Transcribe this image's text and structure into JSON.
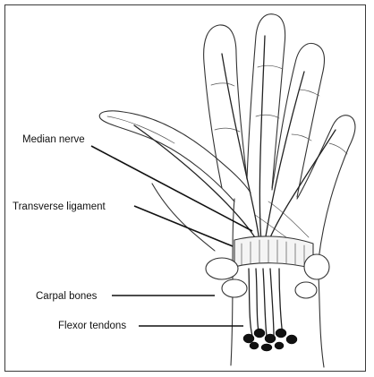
{
  "diagram": {
    "labels": {
      "median_nerve": "Median nerve",
      "transverse_ligament": "Transverse ligament",
      "carpal_bones": "Carpal bones",
      "flexor_tendons": "Flexor tendons"
    },
    "ink_color": "#333333",
    "background": "#ffffff"
  }
}
